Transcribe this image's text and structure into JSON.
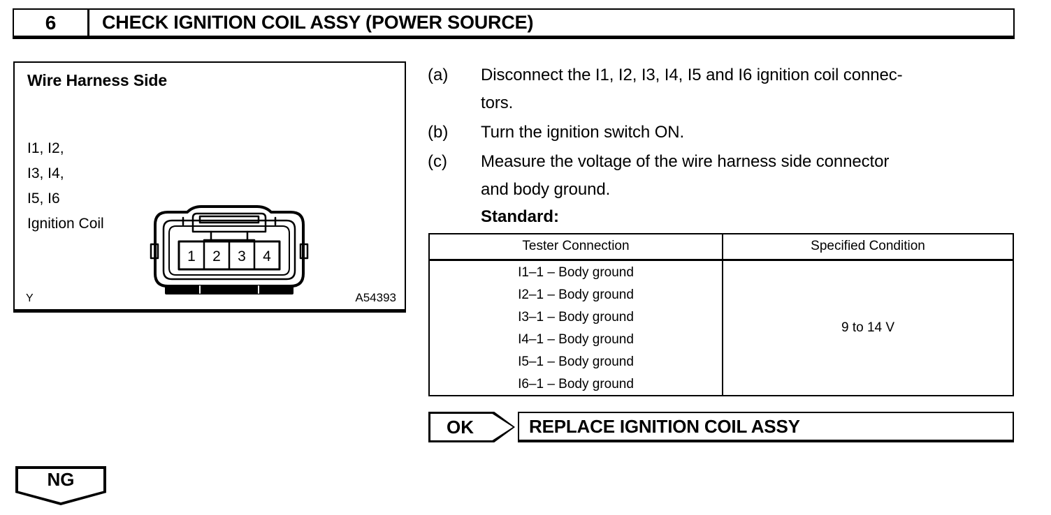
{
  "step": {
    "number": "6",
    "title": "CHECK IGNITION COIL ASSY (POWER SOURCE)"
  },
  "diagram": {
    "title": "Wire Harness Side",
    "connector_label_lines": [
      "I1, I2,",
      "I3, I4,",
      "I5, I6",
      "Ignition Coil"
    ],
    "pin_numbers": [
      "1",
      "2",
      "3",
      "4"
    ],
    "corner_code_left": "Y",
    "corner_code_right": "A54393"
  },
  "procedure": {
    "steps": [
      {
        "marker": "(a)",
        "text_line1": "Disconnect the I1, I2, I3, I4, I5 and I6 ignition coil connec-",
        "text_line2": "tors."
      },
      {
        "marker": "(b)",
        "text_line1": "Turn the ignition switch ON.",
        "text_line2": ""
      },
      {
        "marker": "(c)",
        "text_line1": "Measure the voltage of the wire harness side connector",
        "text_line2": "and body ground."
      }
    ],
    "standard_label": "Standard:"
  },
  "spec_table": {
    "headers": [
      "Tester Connection",
      "Specified Condition"
    ],
    "tester_connections": [
      "I1–1 – Body ground",
      "I2–1 – Body ground",
      "I3–1 – Body ground",
      "I4–1 – Body ground",
      "I5–1 – Body ground",
      "I6–1 – Body ground"
    ],
    "specified_condition": "9 to 14 V"
  },
  "results": {
    "ok_label": "OK",
    "ok_action": "REPLACE IGNITION COIL ASSY",
    "ng_label": "NG"
  }
}
